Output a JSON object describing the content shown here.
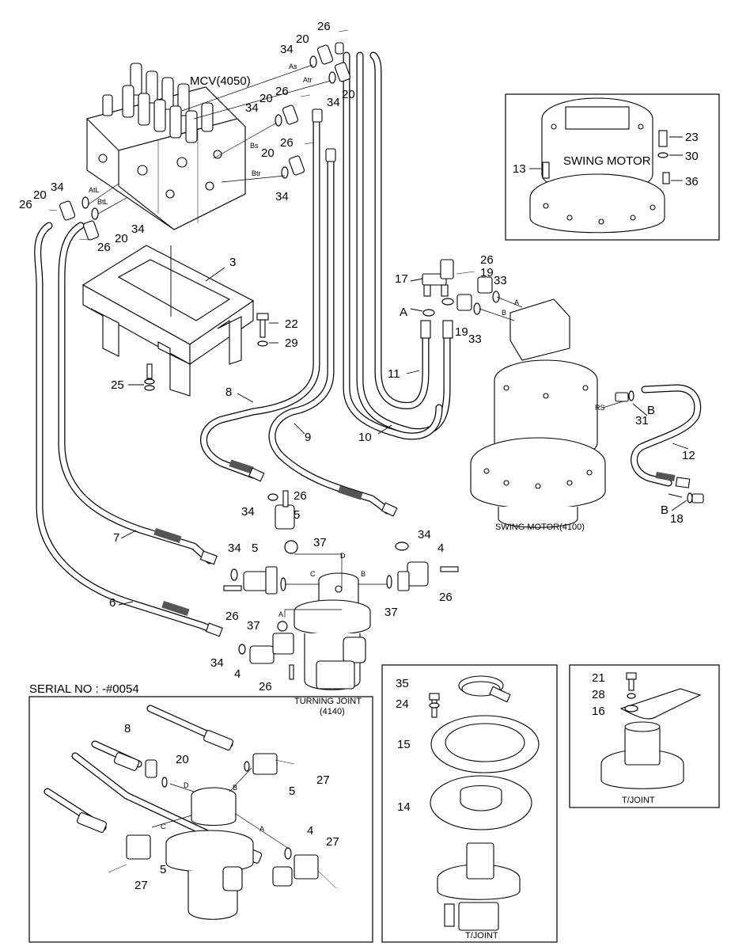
{
  "diagram": {
    "title_serial": "SERIAL NO : -#0054",
    "components": {
      "mcv": "MCV(4050)",
      "swing_motor_box": "SWING MOTOR",
      "swing_motor": "SWING MOTOR(4100)",
      "turning_joint": "TURNING JOINT",
      "turning_joint_code": "(4140)",
      "tjoint_a": "T/JOINT",
      "tjoint_b": "T/JOINT"
    },
    "port_labels": {
      "as": "As",
      "atr": "Atr",
      "bs": "Bs",
      "btr": "Btr",
      "atl": "AtL",
      "btl": "BtL",
      "a": "A",
      "b": "B",
      "c": "C",
      "d": "D",
      "rs": "RS"
    },
    "callouts": {
      "n3": "3",
      "n4": "4",
      "n5": "5",
      "n6": "6",
      "n7": "7",
      "n8": "8",
      "n9": "9",
      "n10": "10",
      "n11": "11",
      "n12": "12",
      "n13": "13",
      "n14": "14",
      "n15": "15",
      "n16": "16",
      "n17": "17",
      "n18": "18",
      "n19": "19",
      "n20": "20",
      "n21": "21",
      "n22": "22",
      "n23": "23",
      "n24": "24",
      "n25": "25",
      "n26": "26",
      "n27": "27",
      "n28": "28",
      "n29": "29",
      "n30": "30",
      "n31": "31",
      "n33": "33",
      "n34": "34",
      "n35": "35",
      "n36": "36",
      "n37": "37",
      "big_a": "A",
      "big_b": "B"
    }
  }
}
